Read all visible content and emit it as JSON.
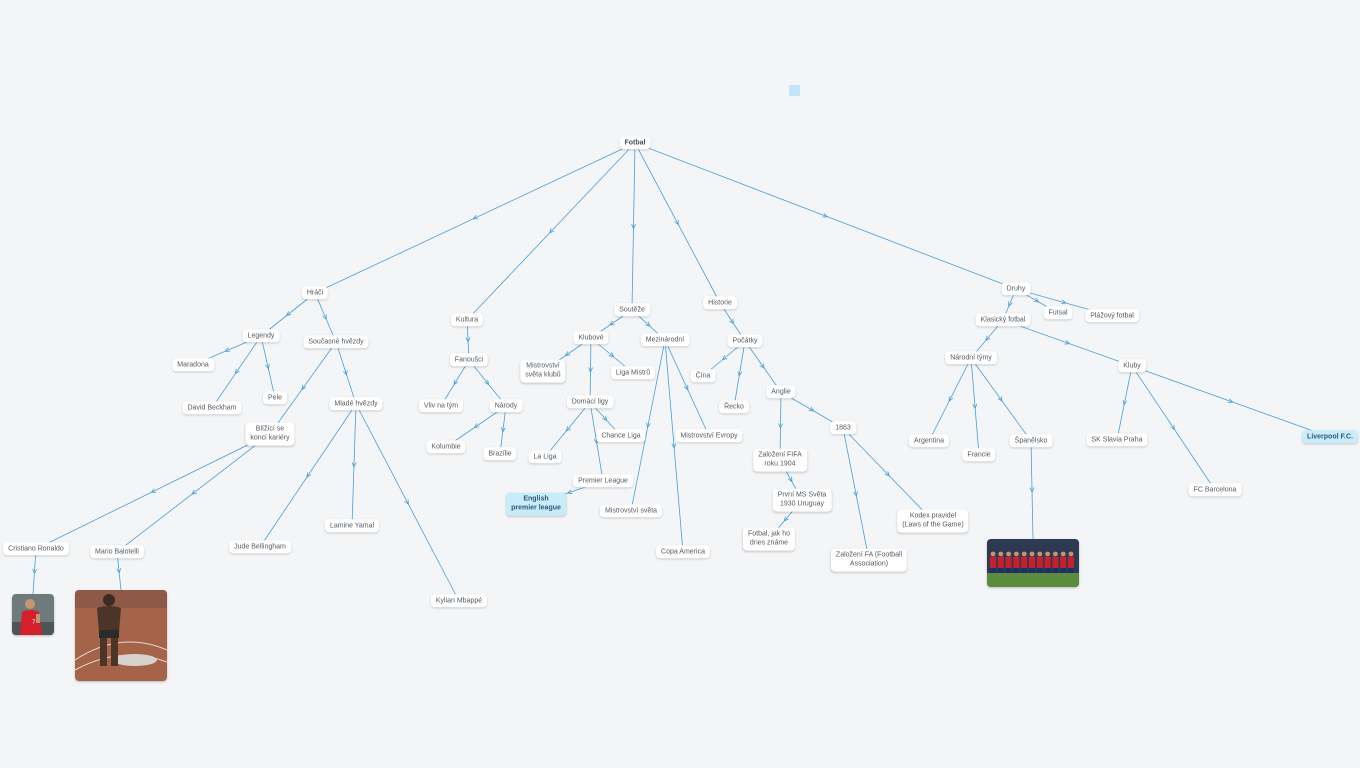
{
  "colors": {
    "edge": "#4a9fd6",
    "background": "#f3f5f7",
    "highlight": "#c9ecfb"
  },
  "mindmap": {
    "nodes": [
      {
        "id": "fotbal",
        "label": "Fotbal"
      },
      {
        "id": "hraci",
        "label": "Hráči"
      },
      {
        "id": "kultura",
        "label": "Kultura"
      },
      {
        "id": "souteze",
        "label": "Soutěže"
      },
      {
        "id": "historie",
        "label": "Historie"
      },
      {
        "id": "druhy",
        "label": "Druhy"
      },
      {
        "id": "legendy",
        "label": "Legendy"
      },
      {
        "id": "soucasne",
        "label": "Současné hvězdy"
      },
      {
        "id": "maradona",
        "label": "Maradona"
      },
      {
        "id": "beckham",
        "label": "David Beckham"
      },
      {
        "id": "pele",
        "label": "Pele"
      },
      {
        "id": "blizici",
        "label": "Blížící se\nkonci kariéry"
      },
      {
        "id": "mlade",
        "label": "Mladé hvězdy"
      },
      {
        "id": "ronaldo",
        "label": "Cristiano Ronaldo"
      },
      {
        "id": "balotelli",
        "label": "Mario Balotelli"
      },
      {
        "id": "bellingham",
        "label": "Jude Bellingham"
      },
      {
        "id": "yamal",
        "label": "Lamine Yamal"
      },
      {
        "id": "mbappe",
        "label": "Kylian Mbappé"
      },
      {
        "id": "fanousci",
        "label": "Fanoušci"
      },
      {
        "id": "vliv",
        "label": "Vliv na tým"
      },
      {
        "id": "narody",
        "label": "Národy"
      },
      {
        "id": "kolumbie",
        "label": "Kolumbie"
      },
      {
        "id": "brazilie",
        "label": "Brazílie"
      },
      {
        "id": "klubove",
        "label": "Klubové"
      },
      {
        "id": "mezinarodni",
        "label": "Mezinárodní"
      },
      {
        "id": "ms_klubu",
        "label": "Mistrovství\nsvěta klubů"
      },
      {
        "id": "liga_mistru",
        "label": "Liga Mistrů"
      },
      {
        "id": "domaci",
        "label": "Domácí ligy"
      },
      {
        "id": "laliga",
        "label": "La Liga"
      },
      {
        "id": "chance",
        "label": "Chance Liga"
      },
      {
        "id": "premier",
        "label": "Premier League"
      },
      {
        "id": "epl",
        "label": "English\npremier league",
        "highlight": true
      },
      {
        "id": "ms_sveta",
        "label": "Mistrovství světa"
      },
      {
        "id": "me",
        "label": "Mistrovství Evropy"
      },
      {
        "id": "copa",
        "label": "Copa America"
      },
      {
        "id": "pocatky",
        "label": "Počátky"
      },
      {
        "id": "cina",
        "label": "Čína"
      },
      {
        "id": "recko",
        "label": "Řecko"
      },
      {
        "id": "anglie",
        "label": "Anglie"
      },
      {
        "id": "zalozeni_fifa",
        "label": "Založení FIFA\nroku 1904"
      },
      {
        "id": "prvni_ms",
        "label": "První MS Světa\n1930 Uruguay"
      },
      {
        "id": "fotbal_dnes",
        "label": "Fotbal, jak ho\ndnes známe"
      },
      {
        "id": "r1863",
        "label": "1863"
      },
      {
        "id": "zalozeni_fa",
        "label": "Založení FA (Football\nAssociation)"
      },
      {
        "id": "kodex",
        "label": "Kodex pravidel\n(Laws of the Game)"
      },
      {
        "id": "futsal",
        "label": "Futsal"
      },
      {
        "id": "plazovy",
        "label": "Plážový fotbal"
      },
      {
        "id": "klasicky",
        "label": "Klasický fotbal"
      },
      {
        "id": "narodni",
        "label": "Národní týmy"
      },
      {
        "id": "kluby",
        "label": "Kluby"
      },
      {
        "id": "argentina",
        "label": "Argentina"
      },
      {
        "id": "francie",
        "label": "Francie"
      },
      {
        "id": "spanelsko",
        "label": "Španělsko"
      },
      {
        "id": "slavia",
        "label": "SK Slavia Praha"
      },
      {
        "id": "barcelona",
        "label": "FC Barcelona"
      },
      {
        "id": "liverpool",
        "label": "Liverpool F.C.",
        "highlight": true
      }
    ],
    "edges": [
      [
        "fotbal",
        "hraci"
      ],
      [
        "fotbal",
        "kultura"
      ],
      [
        "fotbal",
        "souteze"
      ],
      [
        "fotbal",
        "historie"
      ],
      [
        "fotbal",
        "druhy"
      ],
      [
        "hraci",
        "legendy"
      ],
      [
        "hraci",
        "soucasne"
      ],
      [
        "legendy",
        "maradona"
      ],
      [
        "legendy",
        "beckham"
      ],
      [
        "legendy",
        "pele"
      ],
      [
        "soucasne",
        "blizici"
      ],
      [
        "soucasne",
        "mlade"
      ],
      [
        "blizici",
        "ronaldo"
      ],
      [
        "blizici",
        "balotelli"
      ],
      [
        "mlade",
        "bellingham"
      ],
      [
        "mlade",
        "yamal"
      ],
      [
        "mlade",
        "mbappe"
      ],
      [
        "ronaldo",
        "photo_ronaldo"
      ],
      [
        "balotelli",
        "photo_balotelli"
      ],
      [
        "kultura",
        "fanousci"
      ],
      [
        "fanousci",
        "vliv"
      ],
      [
        "fanousci",
        "narody"
      ],
      [
        "narody",
        "kolumbie"
      ],
      [
        "narody",
        "brazilie"
      ],
      [
        "souteze",
        "klubove"
      ],
      [
        "souteze",
        "mezinarodni"
      ],
      [
        "klubove",
        "ms_klubu"
      ],
      [
        "klubove",
        "liga_mistru"
      ],
      [
        "klubove",
        "domaci"
      ],
      [
        "domaci",
        "laliga"
      ],
      [
        "domaci",
        "chance"
      ],
      [
        "domaci",
        "premier"
      ],
      [
        "premier",
        "epl"
      ],
      [
        "mezinarodni",
        "ms_sveta"
      ],
      [
        "mezinarodni",
        "me"
      ],
      [
        "mezinarodni",
        "copa"
      ],
      [
        "historie",
        "pocatky"
      ],
      [
        "pocatky",
        "cina"
      ],
      [
        "pocatky",
        "recko"
      ],
      [
        "pocatky",
        "anglie"
      ],
      [
        "anglie",
        "zalozeni_fifa"
      ],
      [
        "anglie",
        "r1863"
      ],
      [
        "zalozeni_fifa",
        "prvni_ms"
      ],
      [
        "prvni_ms",
        "fotbal_dnes"
      ],
      [
        "r1863",
        "zalozeni_fa"
      ],
      [
        "r1863",
        "kodex"
      ],
      [
        "druhy",
        "futsal"
      ],
      [
        "druhy",
        "plazovy"
      ],
      [
        "druhy",
        "klasicky"
      ],
      [
        "klasicky",
        "narodni"
      ],
      [
        "klasicky",
        "kluby"
      ],
      [
        "narodni",
        "argentina"
      ],
      [
        "narodni",
        "francie"
      ],
      [
        "narodni",
        "spanelsko"
      ],
      [
        "spanelsko",
        "photo_spanelsko"
      ],
      [
        "kluby",
        "slavia"
      ],
      [
        "kluby",
        "barcelona"
      ],
      [
        "kluby",
        "liverpool"
      ]
    ],
    "photos": [
      {
        "id": "photo_ronaldo",
        "icon": "ronaldo-photo"
      },
      {
        "id": "photo_balotelli",
        "icon": "balotelli-photo"
      },
      {
        "id": "photo_spanelsko",
        "icon": "spain-team-photo"
      }
    ]
  }
}
